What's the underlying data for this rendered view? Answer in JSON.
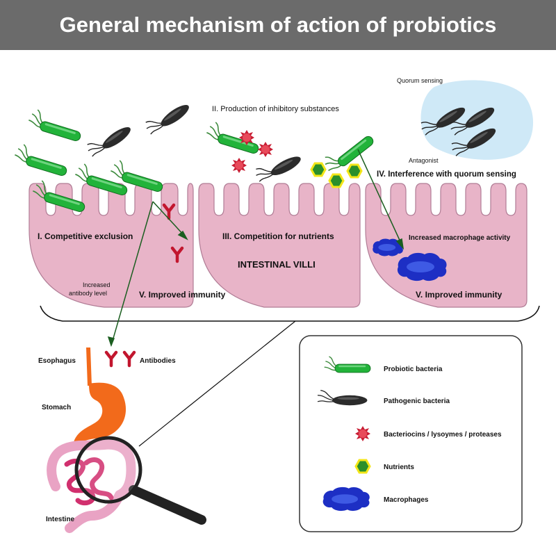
{
  "title": "General mechanism of action of probiotics",
  "colors": {
    "header_bg": "#6b6b6b",
    "villi": "#e8b4c8",
    "villi_stroke": "#b07c95",
    "probiotic": "#22b33a",
    "pathogen": "#2b2b2b",
    "bacteriocin": "#d8283c",
    "nutrient": "#2a8f2a",
    "nutrient_border": "#f3e619",
    "macrophage": "#1d2fc4",
    "antibody": "#c2162e",
    "quorum_bg": "#cfe9f7",
    "arrow": "#1b5e20",
    "esophagus_stomach": "#f26a1b",
    "intestine": "#e9a3c4"
  },
  "labels": {
    "competitive_exclusion": "I. Competitive exclusion",
    "inhibitory_substances": "II. Production of inhibitory substances",
    "competition_nutrients": "III. Competition for nutrients",
    "quorum_interference": "IV. Interference with quorum sensing",
    "improved_immunity_1": "V. Improved immunity",
    "improved_immunity_2": "V. Improved immunity",
    "quorum_sensing": "Quorum sensing",
    "antagonist": "Antagonist",
    "macrophage_activity": "Increased macrophage activity",
    "antibody_level_1": "Increased",
    "antibody_level_2": "antibody level",
    "intestinal_villi": "INTESTINAL VILLI",
    "esophagus": "Esophagus",
    "stomach": "Stomach",
    "intestine": "Intestine",
    "antibodies": "Antibodies"
  },
  "legend": {
    "probiotic": "Probiotic bacteria",
    "pathogen": "Pathogenic bacteria",
    "bacteriocins": "Bacteriocins / lysoymes / proteases",
    "nutrients": "Nutrients",
    "macrophages": "Macrophages"
  },
  "icons": {
    "probiotic": "probiotic-bacterium-icon",
    "pathogen": "pathogenic-bacterium-icon",
    "bacteriocin": "bacteriocin-icon",
    "nutrient": "nutrient-icon",
    "macrophage": "macrophage-icon",
    "antibody": "antibody-icon",
    "magnifier": "magnifying-glass-icon"
  }
}
